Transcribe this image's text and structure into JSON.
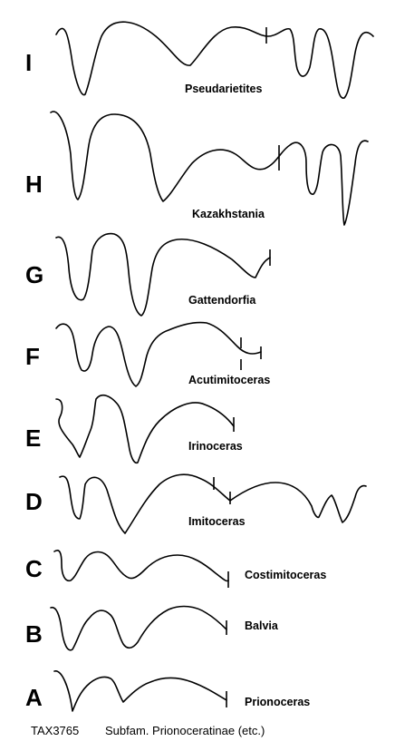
{
  "rows": [
    {
      "letter": "I",
      "genus": "Pseudarietites"
    },
    {
      "letter": "H",
      "genus": "Kazakhstania"
    },
    {
      "letter": "G",
      "genus": "Gattendorfia"
    },
    {
      "letter": "F",
      "genus": "Acutimitoceras"
    },
    {
      "letter": "E",
      "genus": "Irinoceras"
    },
    {
      "letter": "D",
      "genus": "Imitoceras"
    },
    {
      "letter": "C",
      "genus": "Costimitoceras"
    },
    {
      "letter": "B",
      "genus": "Balvia"
    },
    {
      "letter": "A",
      "genus": "Prionoceras"
    }
  ],
  "caption": {
    "code": "TAX3765",
    "title": "Subfam. Prionoceratinae (etc.)"
  }
}
